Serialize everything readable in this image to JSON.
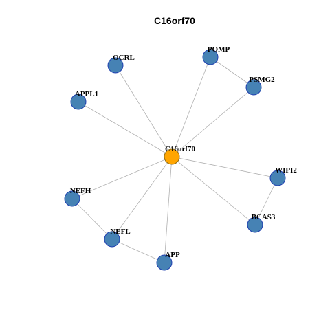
{
  "title": "C16orf70",
  "colors": {
    "center_fill": "#FFA500",
    "center_stroke": "#8B6914",
    "node_fill": "#4682B4",
    "node_stroke": "#1F3FB0",
    "edge": "#B0B0B0"
  },
  "nodes": [
    {
      "id": "C16orf70",
      "label": "C16orf70",
      "center": true
    },
    {
      "id": "OCRL",
      "label": "OCRL"
    },
    {
      "id": "APPL1",
      "label": "APPL1"
    },
    {
      "id": "POMP",
      "label": "POMP"
    },
    {
      "id": "PSMG2",
      "label": "PSMG2"
    },
    {
      "id": "WIPI2",
      "label": "WIPI2"
    },
    {
      "id": "BCAS3",
      "label": "BCAS3"
    },
    {
      "id": "NEFH",
      "label": "NEFH"
    },
    {
      "id": "NEFL",
      "label": "NEFL"
    },
    {
      "id": "APP",
      "label": "APP"
    }
  ],
  "edges": [
    [
      "C16orf70",
      "OCRL"
    ],
    [
      "C16orf70",
      "APPL1"
    ],
    [
      "C16orf70",
      "POMP"
    ],
    [
      "C16orf70",
      "PSMG2"
    ],
    [
      "C16orf70",
      "WIPI2"
    ],
    [
      "C16orf70",
      "BCAS3"
    ],
    [
      "C16orf70",
      "NEFH"
    ],
    [
      "C16orf70",
      "NEFL"
    ],
    [
      "C16orf70",
      "APP"
    ],
    [
      "POMP",
      "PSMG2"
    ],
    [
      "WIPI2",
      "BCAS3"
    ],
    [
      "NEFH",
      "NEFL"
    ],
    [
      "NEFL",
      "APP"
    ]
  ]
}
